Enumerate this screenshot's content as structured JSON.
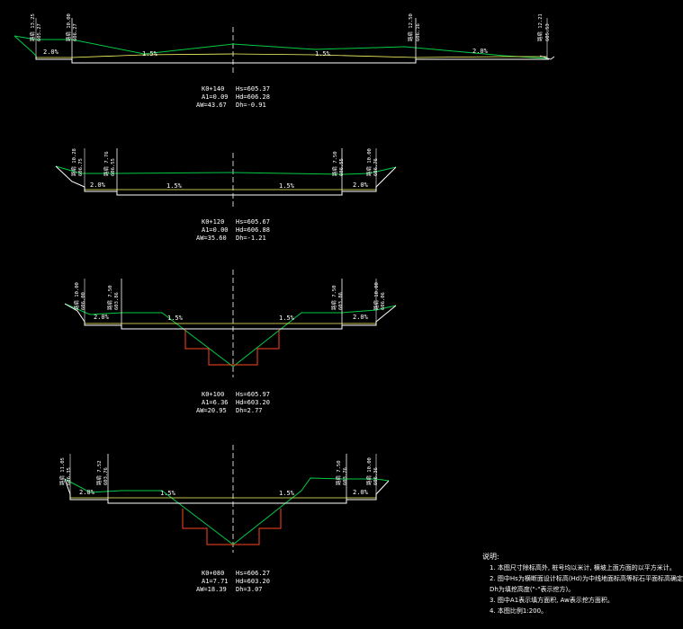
{
  "colors": {
    "background": "#000000",
    "ground_line": "#00cc44",
    "design_line": "#ffffff",
    "subgrade_line": "#ffff66",
    "excavation": "#ff4422",
    "label_text": "#ffffff"
  },
  "sections": [
    {
      "name": "K0+140",
      "stations": {
        "station": "K0+140",
        "hs": "Hs=605.37",
        "a": "A1=0.09",
        "hd": "Hd=606.28",
        "aw": "AW=43.67",
        "dh": "Dh=-0.91"
      },
      "slopes": [
        "2.0%",
        "1.5%",
        "1.5%",
        "2.0%"
      ],
      "edge_labels": [
        "路肩 13.25",
        "路肩 10.00",
        "路肩 12.50",
        "路肩 12.21"
      ],
      "edge_values": [
        "605.27",
        "606.27",
        "606.16",
        "605.53"
      ]
    },
    {
      "name": "K0+120",
      "stations": {
        "station": "K0+120",
        "hs": "Hs=605.67",
        "a": "A1=0.00",
        "hd": "Hd=606.88",
        "aw": "AW=35.60",
        "dh": "Dh=-1.21"
      },
      "slopes": [
        "2.0%",
        "1.5%",
        "1.5%",
        "2.0%"
      ],
      "edge_labels": [
        "路肩 10.28",
        "路肩 7.76",
        "路肩 7.50",
        "路肩 10.00"
      ],
      "edge_values": [
        "606.75",
        "606.55",
        "606.55",
        "606.76"
      ]
    },
    {
      "name": "K0+100",
      "stations": {
        "station": "K0+100",
        "hs": "Hs=605.97",
        "a": "A1=6.36",
        "hd": "Hd=603.20",
        "aw": "AW=20.95",
        "dh": "Dh=2.77"
      },
      "slopes": [
        "2.0%",
        "1.5%",
        "1.5%",
        "2.0%"
      ],
      "edge_labels": [
        "路肩 10.00",
        "路肩 7.50",
        "路肩 7.50",
        "路肩 10.00"
      ],
      "edge_values": [
        "606.00",
        "603.86",
        "603.86",
        "606.06"
      ]
    },
    {
      "name": "K0+080",
      "stations": {
        "station": "K0+080",
        "hs": "Hs=606.27",
        "a": "A1=7.71",
        "hd": "Hd=603.20",
        "aw": "AW=18.39",
        "dh": "Dh=3.07"
      },
      "slopes": [
        "2.0%",
        "1.5%",
        "1.5%",
        "2.0%"
      ],
      "edge_labels": [
        "路肩 11.05",
        "路肩 7.52",
        "路肩 7.50",
        "路肩 10.00"
      ],
      "edge_values": [
        "606.35",
        "603.76",
        "603.76",
        "606.36"
      ]
    }
  ],
  "notes": {
    "title": "说明:",
    "items": [
      "1. 本图尺寸除标高外, 桩号均以米计, 横坡上面方面的以平方米计。",
      "2. 图中Hs为横断面设计标高(Hd)为中线地面标高等标石平面标高确定",
      "Dh为填挖高度(\"-\"表示挖方)。",
      "3. 图中A1表示填方面积, Aw表示挖方面积。",
      "4. 本图比例1:200。"
    ]
  }
}
